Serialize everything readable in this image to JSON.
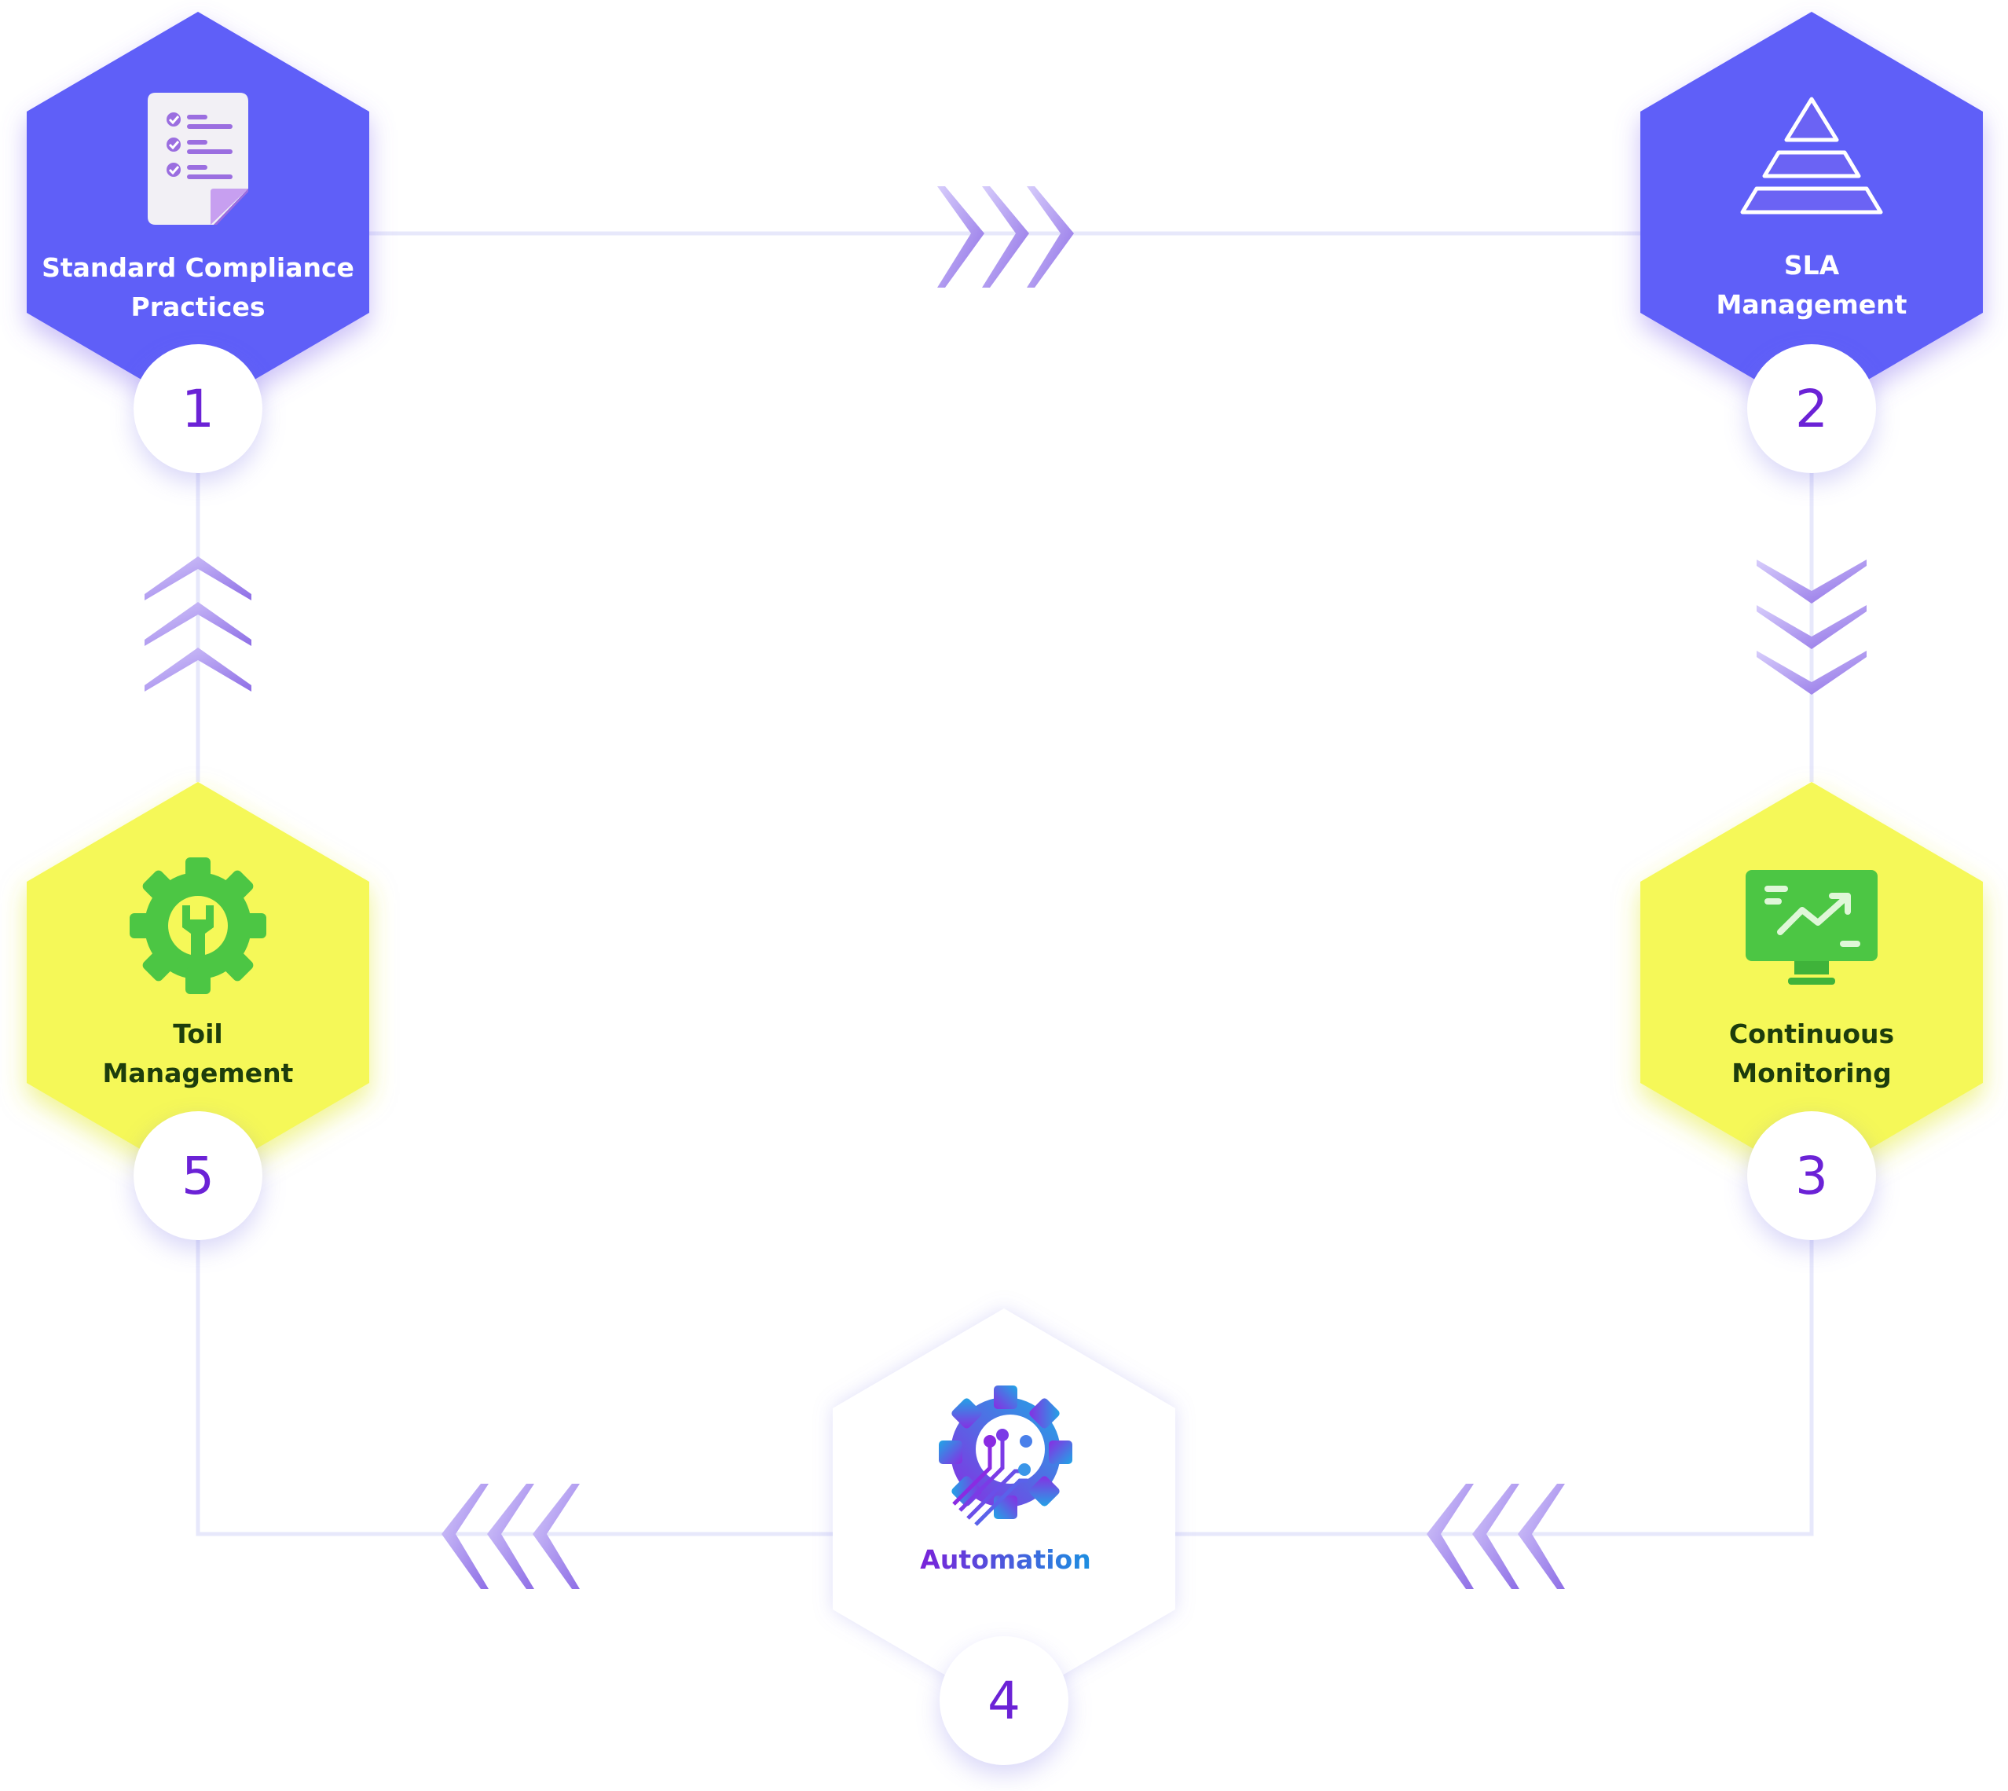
{
  "steps": [
    {
      "number": "1",
      "line1": "Standard Compliance",
      "line2": "Practices",
      "icon": "checklist-document-icon"
    },
    {
      "number": "2",
      "line1": "SLA",
      "line2": "Management",
      "icon": "pyramid-icon"
    },
    {
      "number": "3",
      "line1": "Continuous",
      "line2": "Monitoring",
      "icon": "monitor-trend-chart-icon"
    },
    {
      "number": "4",
      "line1": "Automation",
      "line2": "",
      "icon": "gear-circuit-icon"
    },
    {
      "number": "5",
      "line1": "Toil",
      "line2": "Management",
      "icon": "gear-wrench-icon"
    }
  ],
  "colors": {
    "hex_blue": "#5f5ff8",
    "hex_yellow": "#f5f858",
    "hex_white": "#ffffff",
    "number_text": "#6b22d6",
    "connector": "#e7e8fb",
    "chevron": "#9a7ce8",
    "icon_green": "#4cc644",
    "label_dark_green": "#1d3d0c"
  },
  "flow": {
    "arrows": [
      "right",
      "down",
      "left",
      "left",
      "up"
    ]
  }
}
